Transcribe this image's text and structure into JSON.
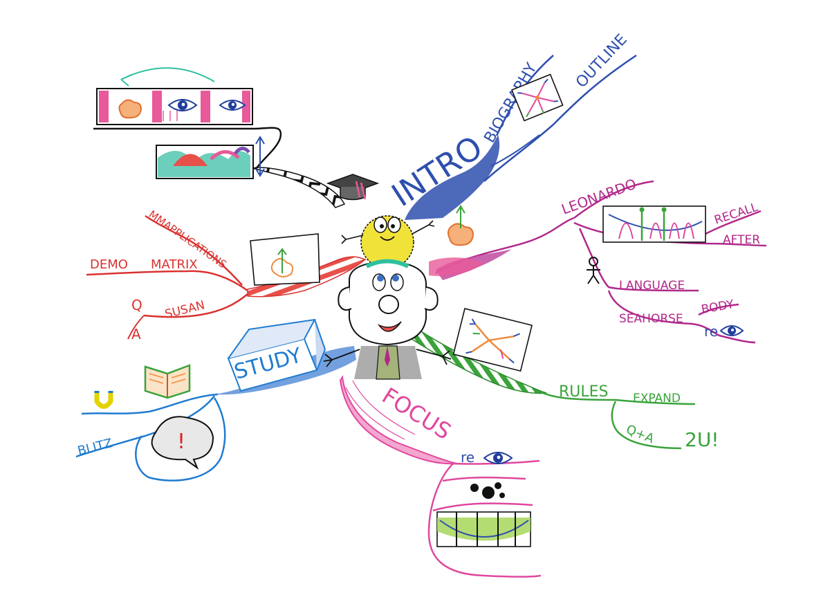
{
  "colors": {
    "intro": "#2e4fae",
    "leonardo": "#b0288a",
    "rules": "#3aa33a",
    "focus": "#e0479e",
    "study": "#1f7bd0",
    "demo": "#d8322f",
    "ink": "#111111",
    "orange": "#f08a3a",
    "yellow": "#f1e23a",
    "lime": "#a6d65a"
  },
  "intro": {
    "label": "INTRO",
    "biography": "BIOGRAPHY",
    "outline": "OUTLINE"
  },
  "leonardo": {
    "label": "LEONARDO",
    "recall": "RECALL",
    "after": "AFTER",
    "language": "LANGUAGE",
    "seahorse": "SEAHORSE",
    "body": "BODY",
    "re": "re"
  },
  "rules": {
    "label": "RULES",
    "expand": "EXPAND",
    "qa": "Q+A",
    "twou": "2U!"
  },
  "focus": {
    "label": "FOCUS",
    "re": "re"
  },
  "study": {
    "label": "STUDY",
    "blitz": "BLITZ",
    "exclaim": "!"
  },
  "demo": {
    "applications": "MMAPPLICATIONS",
    "demo": "DEMO",
    "matrix": "MATRIX",
    "q": "Q",
    "a": "A",
    "susan": "SUSAN"
  },
  "icons": [
    "eye-icon",
    "brain-icon",
    "graduation-cap-icon",
    "open-book-icon",
    "horseshoe-magnet-icon",
    "speech-bubble-icon",
    "stick-figure-icon",
    "mini-mind-map-icon"
  ]
}
